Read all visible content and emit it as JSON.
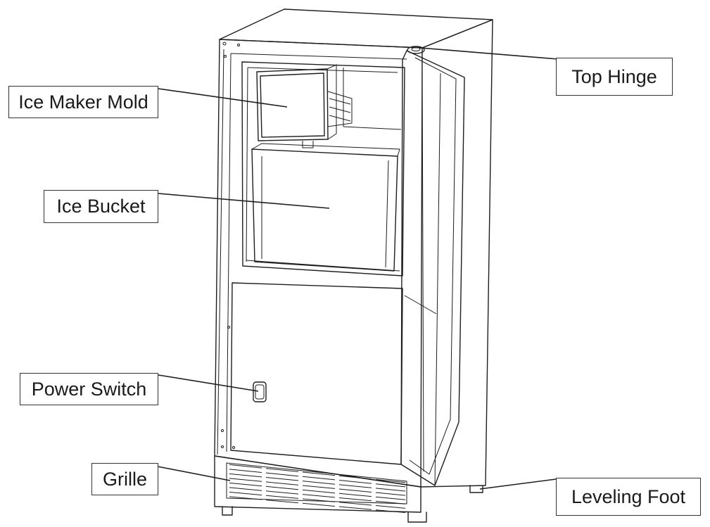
{
  "labels": {
    "ice_maker_mold": "Ice Maker Mold",
    "ice_bucket": "Ice Bucket",
    "power_switch": "Power Switch",
    "grille": "Grille",
    "top_hinge": "Top Hinge",
    "leveling_foot": "Leveling Foot"
  },
  "colors": {
    "line": "#1e1e1e",
    "background": "#ffffff"
  }
}
